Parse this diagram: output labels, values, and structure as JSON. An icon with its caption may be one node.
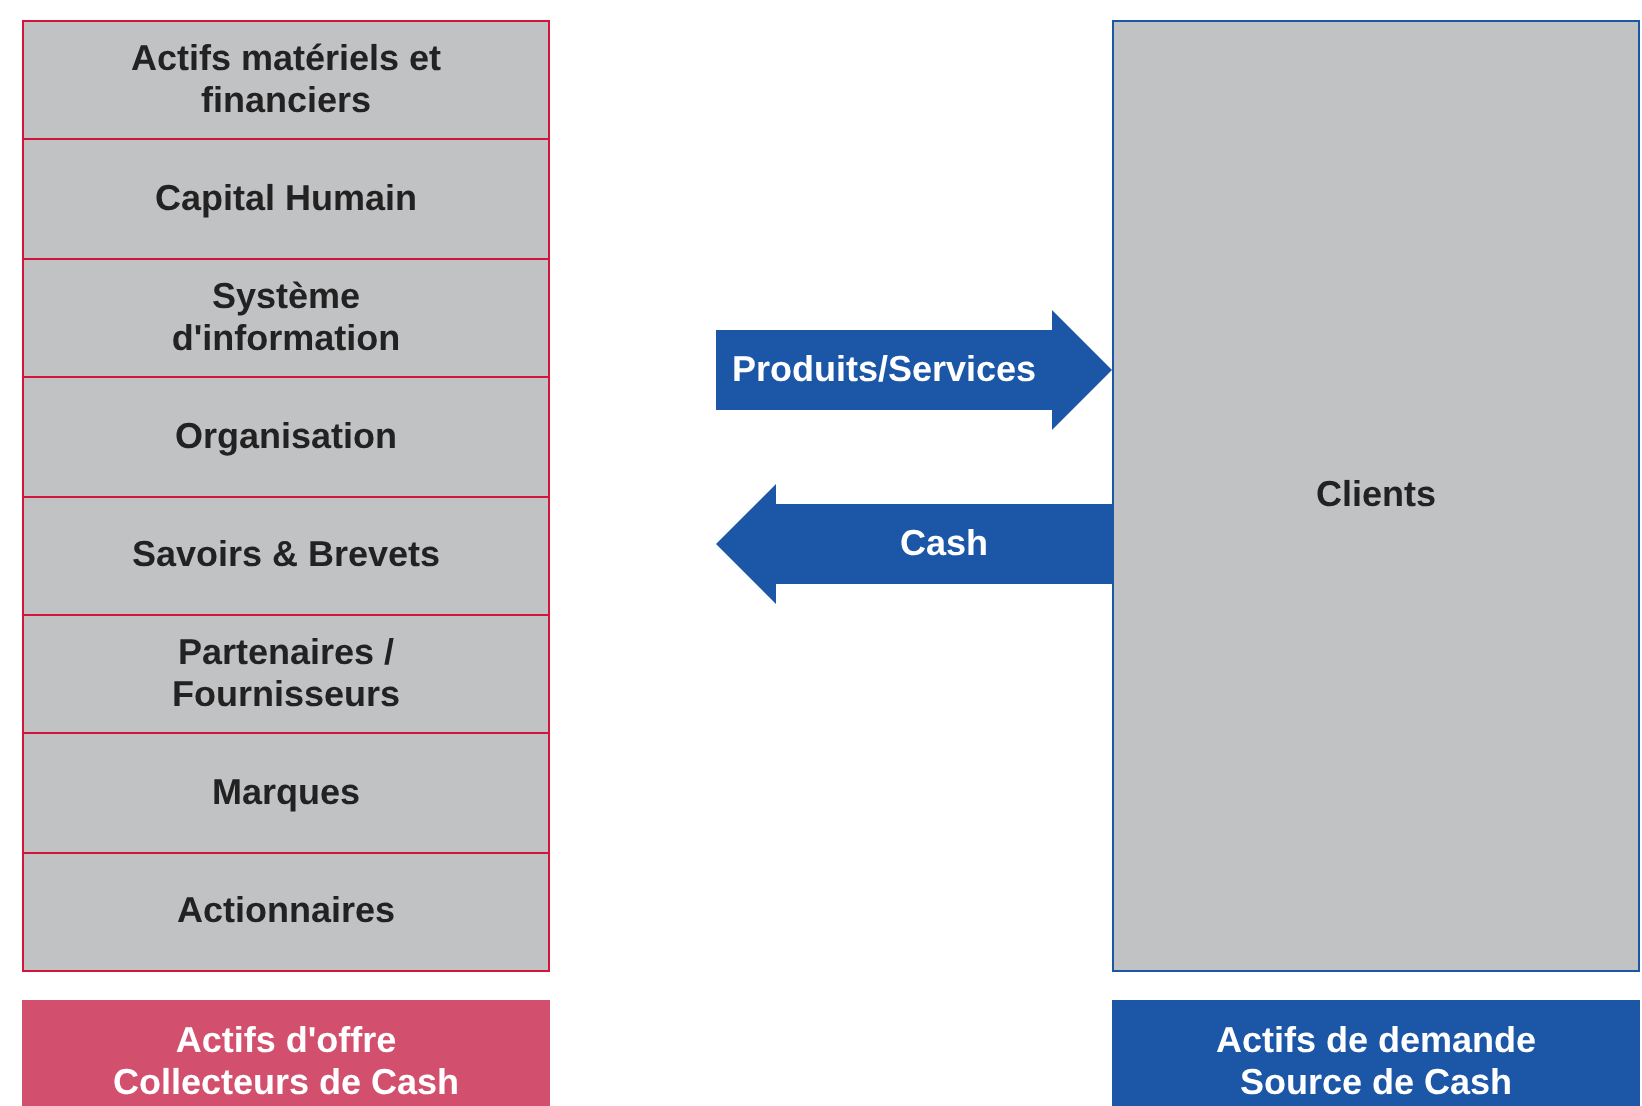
{
  "diagram": {
    "nodes": [
      {
        "text": [
          "Actifs matériels et financiers"
        ]
      },
      {
        "text": [
          "Capital Humain"
        ]
      },
      {
        "text": [
          "Système d'information"
        ]
      },
      {
        "text": [
          "Organisation"
        ]
      },
      {
        "text": [
          "Savoirs & Brevets"
        ]
      },
      {
        "text": [
          "Partenaires / Fournisseurs"
        ]
      },
      {
        "text": [
          "Marques"
        ]
      },
      {
        "text": [
          "Actionnaires"
        ]
      },
      {
        "text": [
          "Clients"
        ]
      },
      {
        "text": [
          "Actifs d'offre",
          "Collecteurs de Cash"
        ]
      },
      {
        "text": [
          "Actifs de demande",
          "Source de Cash"
        ]
      }
    ],
    "edges": [
      {
        "from": null,
        "to": 8,
        "arrow": "to",
        "label": "Produits/Services",
        "style": "thick"
      },
      {
        "from": 8,
        "to": null,
        "arrow": "to",
        "label": "Cash",
        "style": "thick"
      }
    ]
  }
}
